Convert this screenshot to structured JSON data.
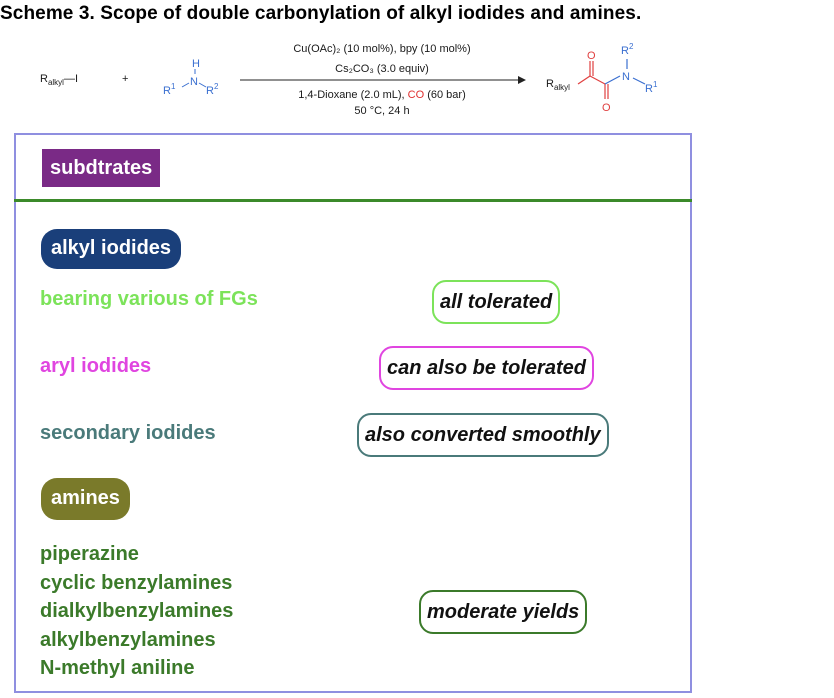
{
  "title": "Scheme 3. Scope of double carbonylation of alkyl iodides and amines.",
  "scheme": {
    "reagent1_main": "R",
    "reagent1_sub": "alkyl",
    "reagent1_tail": "—I",
    "plus": "+",
    "amine_h": "H",
    "amine_r1": "R",
    "amine_r1_sup": "1",
    "amine_n": "N",
    "amine_r2": "R",
    "amine_r2_sup": "2",
    "conditions_line1": "Cu(OAc)₂ (10 mol%), bpy (10 mol%)",
    "conditions_line2": "Cs₂CO₃ (3.0 equiv)",
    "conditions_line3_a": "1,4-Dioxane (2.0 mL), ",
    "conditions_line3_co": "CO",
    "conditions_line3_b": " (60 bar)",
    "conditions_line4": "50 °C, 24 h",
    "product_r_main": "R",
    "product_r_sub": "alkyl",
    "product_o1": "O",
    "product_o2": "O",
    "product_n": "N",
    "product_r1": "R",
    "product_r1_sup": "1",
    "product_r2": "R",
    "product_r2_sup": "2",
    "colors": {
      "co_red": "#e03030",
      "product_red": "#e04040",
      "product_blue": "#3a6fd0",
      "amine_blue": "#3a6fd0"
    }
  },
  "panel": {
    "header_tag": "subdtrates",
    "alkyl_tag": "alkyl iodides",
    "rows": [
      {
        "label": "bearing various of FGs",
        "result": "all tolerated"
      },
      {
        "label": "aryl iodides",
        "result": "can also be tolerated"
      },
      {
        "label": "secondary iodides",
        "result": "also converted smoothly"
      }
    ],
    "amines_tag": "amines",
    "amines": [
      "piperazine",
      "cyclic benzylamines",
      "dialkylbenzylamines",
      "alkylbenzylamines",
      "N-methyl aniline"
    ],
    "amines_result": "moderate yields",
    "colors": {
      "panel_border": "#8f8fe0",
      "divider": "#3b8a2a",
      "row1": "#7ce35a",
      "row2": "#e045e0",
      "row3": "#4a7a7a",
      "amines": "#3b7a2a"
    }
  }
}
